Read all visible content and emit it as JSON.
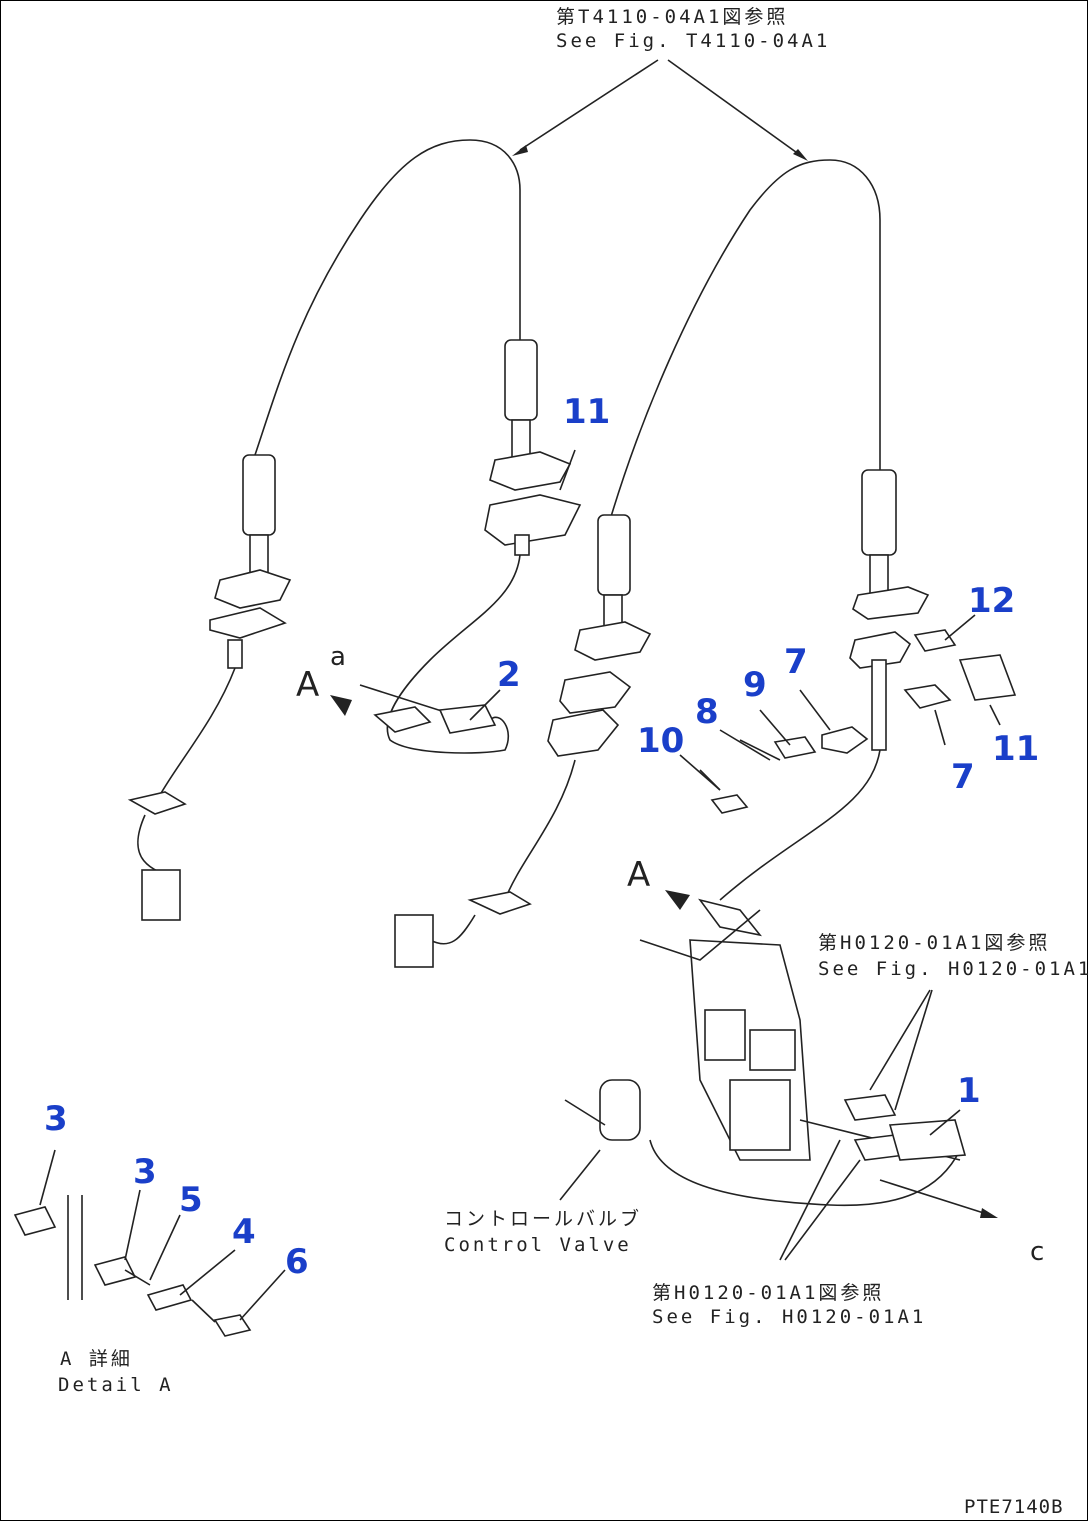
{
  "diagram": {
    "refs": {
      "top_jp": "第T4110-04A1図参照",
      "top_en": "See Fig. T4110-04A1",
      "right_jp": "第H0120-01A1図参照",
      "right_en": "See Fig. H0120-01A1",
      "bottom_jp": "第H0120-01A1図参照",
      "bottom_en": "See Fig. H0120-01A1",
      "control_jp": "コントロールバルブ",
      "control_en": "Control Valve",
      "detail_jp": "A 詳細",
      "detail_en": "Detail A"
    },
    "markers": {
      "a": "a",
      "a_arrow1": "A",
      "a_arrow2": "A",
      "c": "c"
    },
    "callouts": [
      "11",
      "2",
      "12",
      "7",
      "9",
      "8",
      "10",
      "11",
      "7",
      "1",
      "3",
      "3",
      "5",
      "4",
      "6"
    ],
    "drawing_no": "PTE7140B",
    "colors": {
      "callout": "#1a3fc9",
      "line": "#222222"
    }
  }
}
